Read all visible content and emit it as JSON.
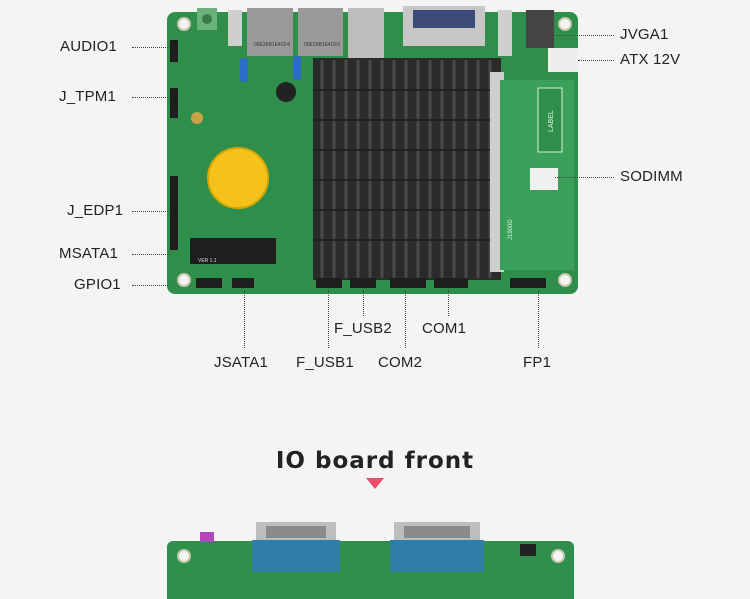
{
  "labels": {
    "audio1": "AUDIO1",
    "j_tpm1": "J_TPM1",
    "j_edp1": "J_EDP1",
    "msata1": "MSATA1",
    "gpio1": "GPIO1",
    "jvga1": "JVGA1",
    "atx12v": "ATX 12V",
    "sodimm": "SODIMM",
    "f_usb2": "F_USB2",
    "com1": "COM1",
    "jsata1": "JSATA1",
    "f_usb1": "F_USB1",
    "com2": "COM2",
    "fp1": "FP1"
  },
  "board_print": {
    "mac1": "00E26B1E4CF6",
    "mac2": "00E26B1E4CF0",
    "ram_label": "LABEL",
    "ssd_ver": "VER 1.1",
    "board_id": "J1900D"
  },
  "section_title": "IO board front",
  "colors": {
    "pcb": "#2f8f4a",
    "heatsink": "#2b2b2b",
    "battery": "#f4c21a",
    "accent": "#e8506a"
  }
}
